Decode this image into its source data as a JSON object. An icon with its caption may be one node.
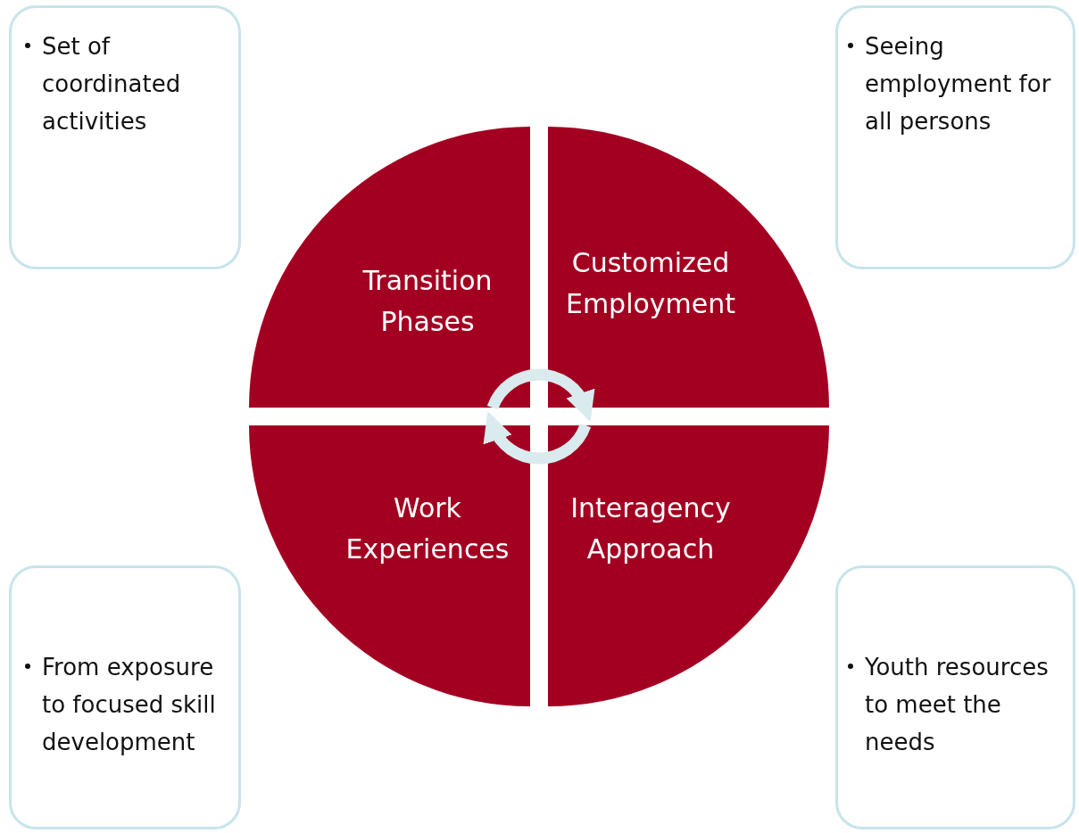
{
  "diagram": {
    "nodes": [
      {
        "text": [
          "Set of coordinated activities"
        ]
      },
      {
        "text": [
          "Transition Phases"
        ]
      },
      {
        "text": [
          "Seeing employment for all persons"
        ]
      },
      {
        "text": [
          "Customized Employment"
        ]
      },
      {
        "text": [
          "From exposure to focused skill development"
        ]
      },
      {
        "text": [
          "Work Experiences"
        ]
      },
      {
        "text": [
          "Youth resources to meet the needs"
        ]
      },
      {
        "text": [
          "Interagency Approach"
        ]
      }
    ],
    "edges": [
      {
        "from": 1,
        "to": 3,
        "arrow": "to"
      },
      {
        "from": 7,
        "to": 5,
        "arrow": "to"
      }
    ]
  }
}
